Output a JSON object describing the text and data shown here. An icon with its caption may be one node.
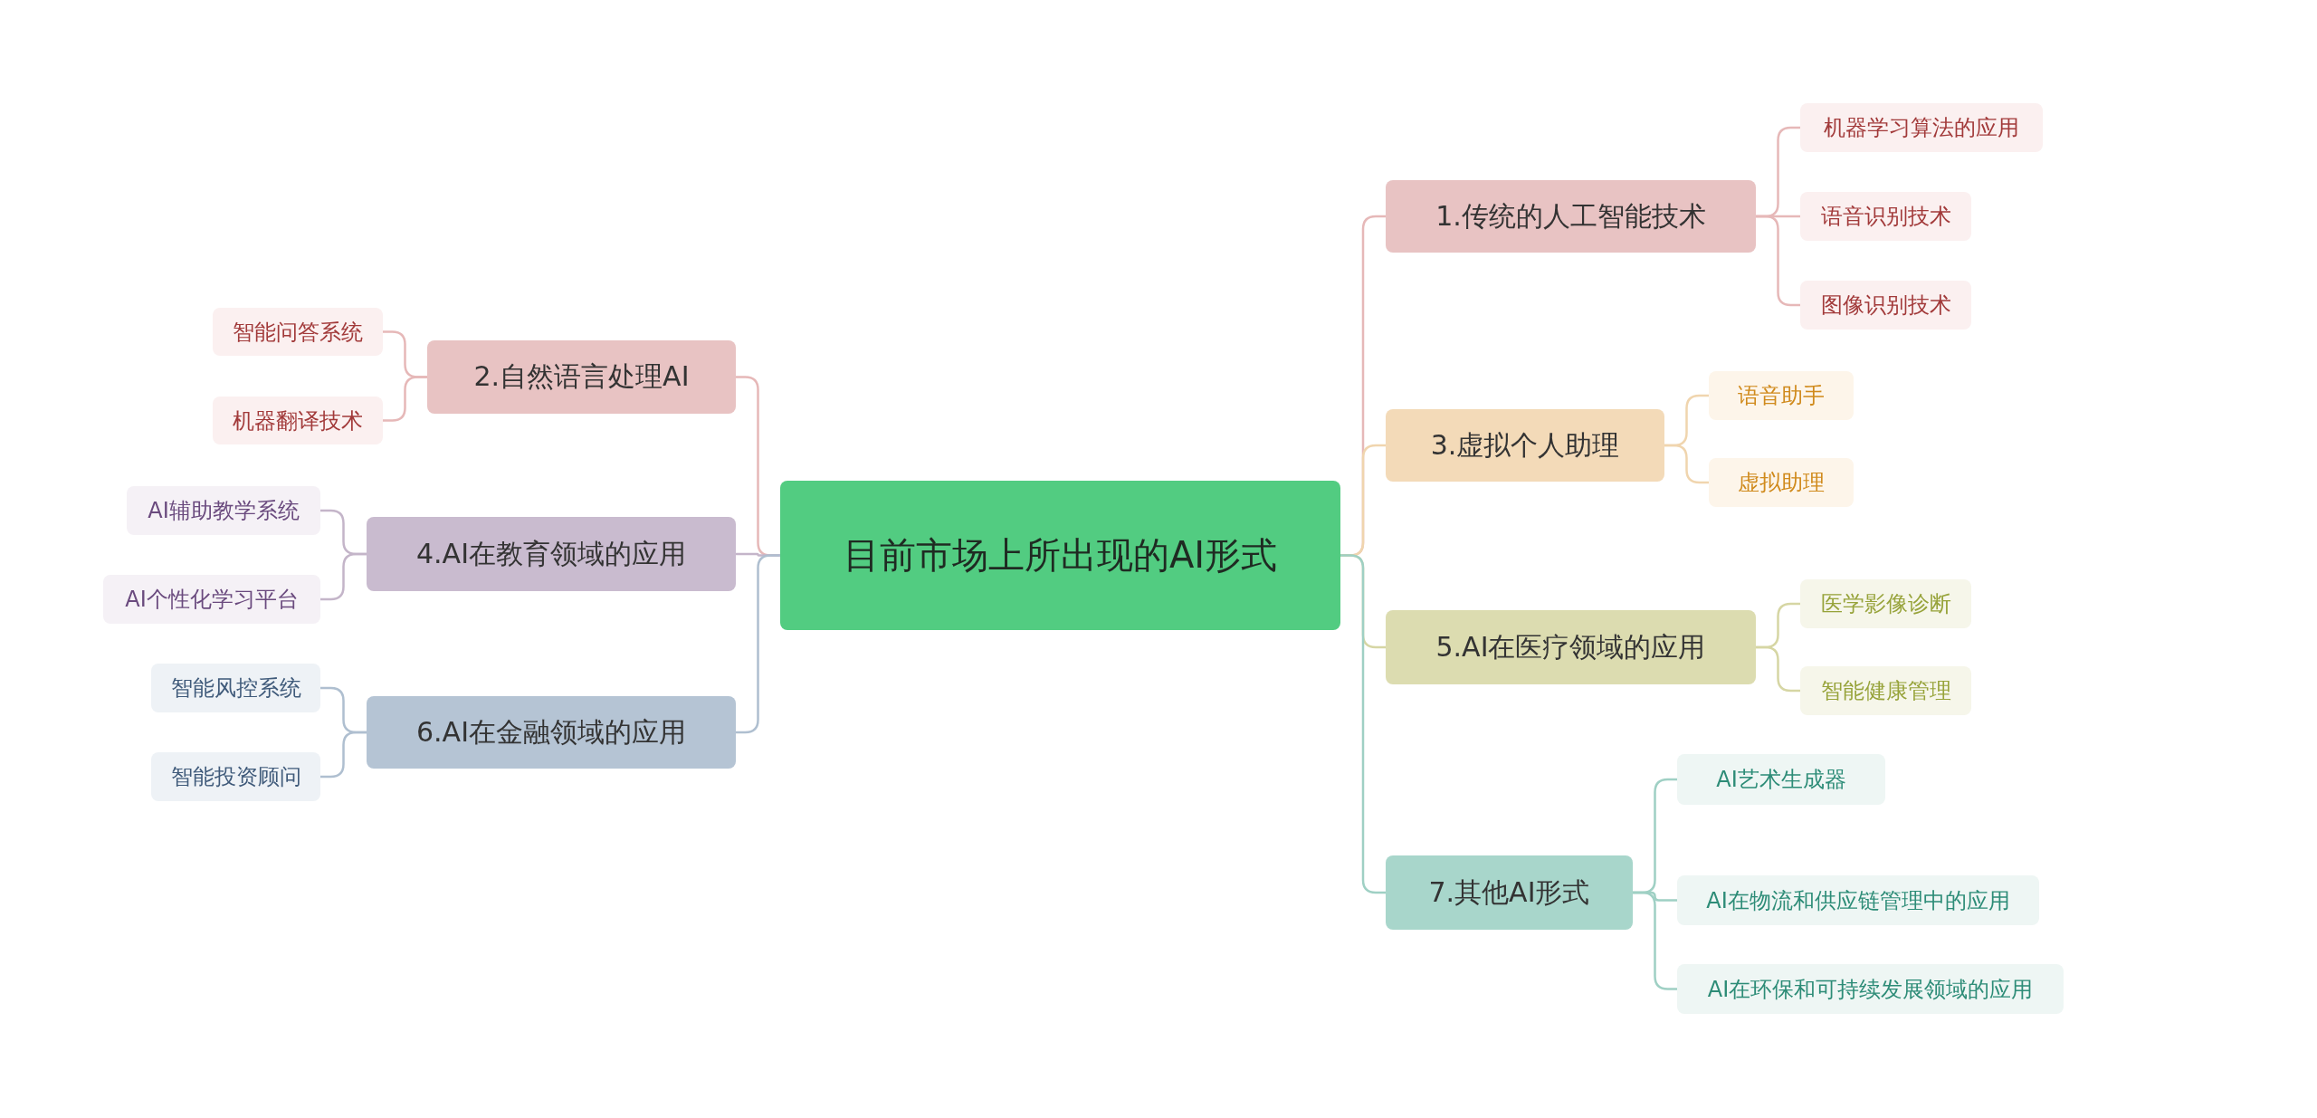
{
  "diagram": {
    "nodes": [
      {
        "text": [
          "目前市场上所出现的AI形式"
        ]
      },
      {
        "text": [
          "1.传统的人工智能技术"
        ]
      },
      {
        "text": [
          "机器学习算法的应用"
        ]
      },
      {
        "text": [
          "语音识别技术"
        ]
      },
      {
        "text": [
          "图像识别技术"
        ]
      },
      {
        "text": [
          "2.自然语言处理AI"
        ]
      },
      {
        "text": [
          "智能问答系统"
        ]
      },
      {
        "text": [
          "机器翻译技术"
        ]
      },
      {
        "text": [
          "3.虚拟个人助理"
        ]
      },
      {
        "text": [
          "语音助手"
        ]
      },
      {
        "text": [
          "虚拟助理"
        ]
      },
      {
        "text": [
          "4.AI在教育领域的应用"
        ]
      },
      {
        "text": [
          "AI辅助教学系统"
        ]
      },
      {
        "text": [
          "AI个性化学习平台"
        ]
      },
      {
        "text": [
          "5.AI在医疗领域的应用"
        ]
      },
      {
        "text": [
          "医学影像诊断"
        ]
      },
      {
        "text": [
          "智能健康管理"
        ]
      },
      {
        "text": [
          "6.AI在金融领域的应用"
        ]
      },
      {
        "text": [
          "智能风控系统"
        ]
      },
      {
        "text": [
          "智能投资顾问"
        ]
      },
      {
        "text": [
          "7.其他AI形式"
        ]
      },
      {
        "text": [
          "AI艺术生成器"
        ]
      },
      {
        "text": [
          "AI在物流和供应链管理中的应用"
        ]
      },
      {
        "text": [
          "AI在环保和可持续发展领域的应用"
        ]
      }
    ],
    "edges": [
      {
        "from": 0,
        "to": 1,
        "arrow": "none",
        "color": "#e6b8b8"
      },
      {
        "from": 1,
        "to": 2,
        "arrow": "none",
        "color": "#e6b8b8"
      },
      {
        "from": 1,
        "to": 3,
        "arrow": "none",
        "color": "#e6b8b8"
      },
      {
        "from": 1,
        "to": 4,
        "arrow": "none",
        "color": "#e6b8b8"
      },
      {
        "from": 0,
        "to": 5,
        "arrow": "none",
        "color": "#e6b8b8"
      },
      {
        "from": 5,
        "to": 6,
        "arrow": "none",
        "color": "#e6b8b8"
      },
      {
        "from": 5,
        "to": 7,
        "arrow": "none",
        "color": "#e6b8b8"
      },
      {
        "from": 0,
        "to": 8,
        "arrow": "none",
        "color": "#f0d5ae"
      },
      {
        "from": 8,
        "to": 9,
        "arrow": "none",
        "color": "#f0d5ae"
      },
      {
        "from": 8,
        "to": 10,
        "arrow": "none",
        "color": "#f0d5ae"
      },
      {
        "from": 0,
        "to": 11,
        "arrow": "none",
        "color": "#c4b5c9"
      },
      {
        "from": 11,
        "to": 12,
        "arrow": "none",
        "color": "#c4b5c9"
      },
      {
        "from": 11,
        "to": 13,
        "arrow": "none",
        "color": "#c4b5c9"
      },
      {
        "from": 0,
        "to": 14,
        "arrow": "none",
        "color": "#d6d6a4"
      },
      {
        "from": 14,
        "to": 15,
        "arrow": "none",
        "color": "#d6d6a4"
      },
      {
        "from": 14,
        "to": 16,
        "arrow": "none",
        "color": "#d6d6a4"
      },
      {
        "from": 0,
        "to": 17,
        "arrow": "none",
        "color": "#afbfd0"
      },
      {
        "from": 17,
        "to": 18,
        "arrow": "none",
        "color": "#afbfd0"
      },
      {
        "from": 17,
        "to": 19,
        "arrow": "none",
        "color": "#afbfd0"
      },
      {
        "from": 0,
        "to": 20,
        "arrow": "none",
        "color": "#9fd0c4"
      },
      {
        "from": 20,
        "to": 21,
        "arrow": "none",
        "color": "#9fd0c4"
      },
      {
        "from": 20,
        "to": 22,
        "arrow": "none",
        "color": "#9fd0c4"
      },
      {
        "from": 20,
        "to": 23,
        "arrow": "none",
        "color": "#9fd0c4"
      }
    ]
  }
}
